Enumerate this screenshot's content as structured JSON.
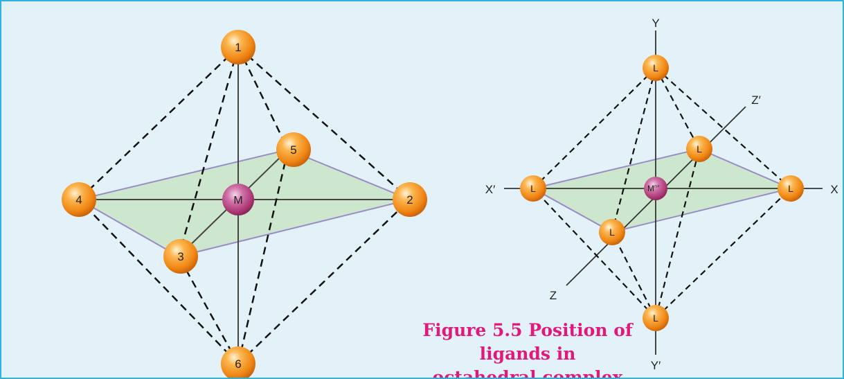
{
  "caption": {
    "line1": "Figure 5.5 Position of ligands in",
    "line2": "octahedral complex"
  },
  "left_diagram": {
    "center_label": "M",
    "vertex_labels": [
      "1",
      "2",
      "3",
      "4",
      "5",
      "6"
    ]
  },
  "right_diagram": {
    "center_label": "M",
    "center_charge": "n+",
    "ligand_label": "L",
    "axis_labels": {
      "x": "X",
      "x_prime": "X′",
      "y": "Y",
      "y_prime": "Y′",
      "z": "Z",
      "z_prime": "Z′"
    }
  },
  "colors": {
    "background": "#e3f2f9",
    "border": "#2fb2e0",
    "plane_fill": "#c9e6c8",
    "plane_edge": "#9a8bc8",
    "ligand_ball": "#f28a1a",
    "metal_ball": "#b0407e",
    "caption": "#e0197d"
  }
}
